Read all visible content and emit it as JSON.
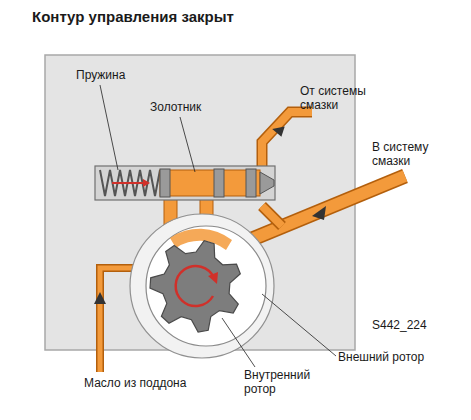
{
  "diagram": {
    "title": "Контур управления закрыт",
    "labels": [
      "Пружина",
      "Золотник",
      "От системы смазки",
      "В систему смазки",
      "S442_224",
      "Внешний ротор",
      "Внутренний ротор",
      "Масло из поддона"
    ]
  }
}
